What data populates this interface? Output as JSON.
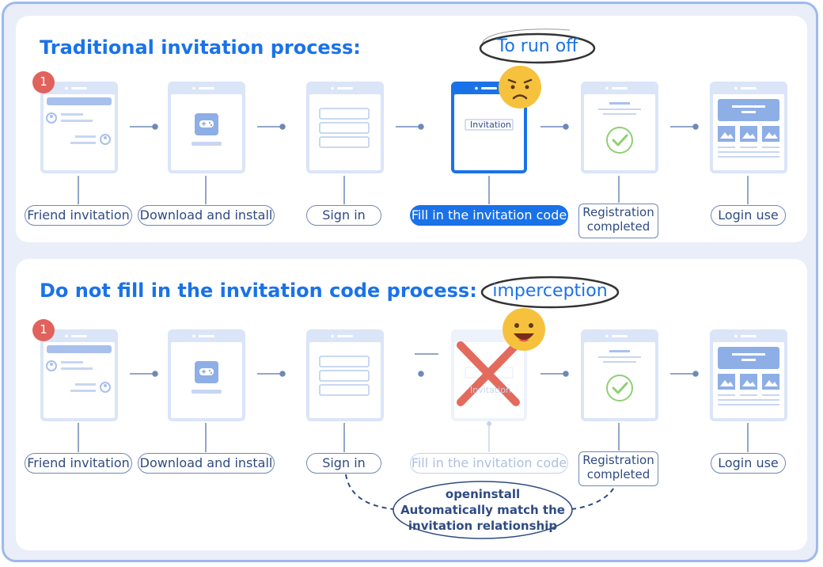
{
  "traditional": {
    "title": "Traditional invitation process:",
    "badge": "1",
    "steps": [
      "Friend invitation",
      "Download and install",
      "Sign in",
      "Fill in the invitation code",
      "Registration completed",
      "Login use"
    ],
    "phone_text": "Invitation",
    "bubble": "To run off"
  },
  "openinstall": {
    "title": "Do not fill in the invitation code process:",
    "badge": "1",
    "steps": [
      "Friend invitation",
      "Download and install",
      "Sign in",
      "Fill in the invitation code",
      "Registration completed",
      "Login use"
    ],
    "phone_text": "Invitation",
    "bubble": "imperception",
    "match_note": "openinstall\nAutomatically match the\ninvitation relationship"
  },
  "colors": {
    "accent": "#1a72e8",
    "frame": "#9db9ee",
    "check": "#8fcf74",
    "cross": "#e36b5e",
    "badge": "#e0625c",
    "emoji": "#f6c23d"
  }
}
